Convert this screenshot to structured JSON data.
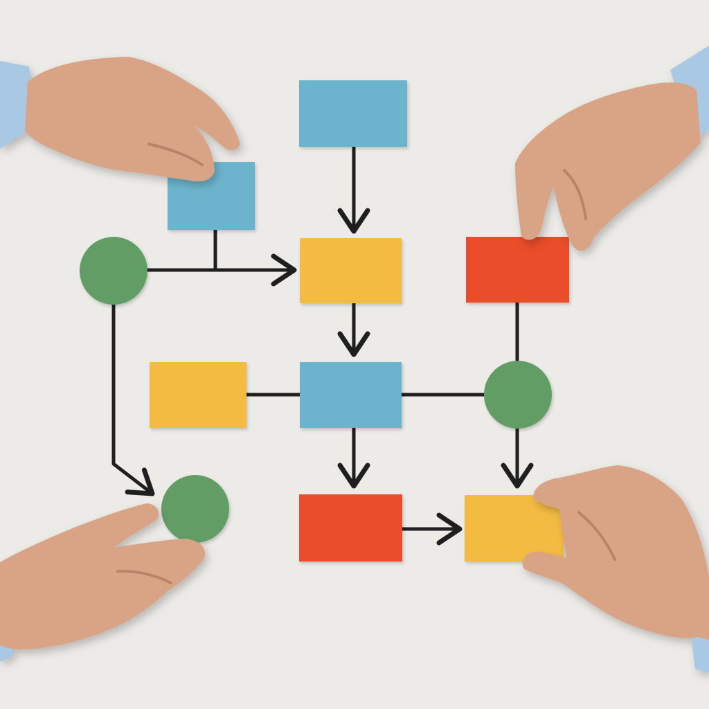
{
  "palette": {
    "background": "#ecebe8",
    "blue": "#6cb4cd",
    "yellow": "#f3bb42",
    "red": "#e94d2a",
    "green": "#639d66",
    "connector": "#1f1f1f",
    "skin": "#d9a486",
    "skin_shadow": "#b9826a",
    "sleeve": "#a9c8e3"
  },
  "diagram": {
    "shapes": [
      {
        "id": "top-blue-card",
        "kind": "rect",
        "color": "blue"
      },
      {
        "id": "held-blue-card",
        "kind": "rect",
        "color": "blue"
      },
      {
        "id": "left-green-circle",
        "kind": "circle",
        "color": "green"
      },
      {
        "id": "upper-yellow-card",
        "kind": "rect",
        "color": "yellow"
      },
      {
        "id": "held-red-card",
        "kind": "rect",
        "color": "red"
      },
      {
        "id": "left-yellow-card",
        "kind": "rect",
        "color": "yellow"
      },
      {
        "id": "center-blue-card",
        "kind": "rect",
        "color": "blue"
      },
      {
        "id": "right-green-circle",
        "kind": "circle",
        "color": "green"
      },
      {
        "id": "held-green-circle",
        "kind": "circle",
        "color": "green"
      },
      {
        "id": "bottom-red-card",
        "kind": "rect",
        "color": "red"
      },
      {
        "id": "held-yellow-card",
        "kind": "rect",
        "color": "yellow"
      }
    ],
    "connections": [
      {
        "from": "top-blue-card",
        "to": "upper-yellow-card",
        "arrow": true
      },
      {
        "from": "held-blue-card",
        "to": "left-green-circle",
        "arrow": false
      },
      {
        "from": "left-green-circle",
        "to": "upper-yellow-card",
        "arrow": true
      },
      {
        "from": "upper-yellow-card",
        "to": "center-blue-card",
        "arrow": true
      },
      {
        "from": "left-yellow-card",
        "to": "center-blue-card",
        "arrow": false
      },
      {
        "from": "center-blue-card",
        "to": "right-green-circle",
        "arrow": false
      },
      {
        "from": "held-red-card",
        "to": "right-green-circle",
        "arrow": false
      },
      {
        "from": "left-green-circle",
        "to": "held-green-circle",
        "arrow": true
      },
      {
        "from": "center-blue-card",
        "to": "bottom-red-card",
        "arrow": true
      },
      {
        "from": "right-green-circle",
        "to": "held-yellow-card",
        "arrow": true
      },
      {
        "from": "bottom-red-card",
        "to": "held-yellow-card",
        "arrow": true
      }
    ]
  },
  "hands": [
    {
      "id": "top-left-hand",
      "holding": "held-blue-card"
    },
    {
      "id": "top-right-hand",
      "holding": "held-red-card"
    },
    {
      "id": "bottom-left-hand",
      "holding": "held-green-circle"
    },
    {
      "id": "bottom-right-hand",
      "holding": "held-yellow-card"
    }
  ]
}
